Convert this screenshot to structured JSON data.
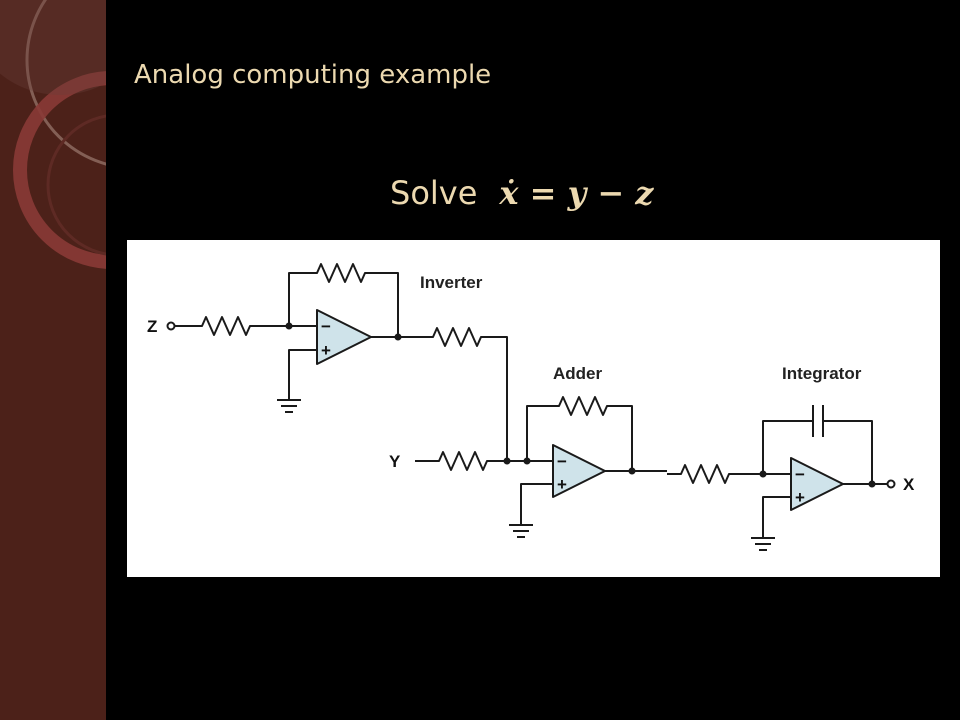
{
  "slide": {
    "title": "Analog computing example",
    "problem_word": "Solve",
    "equation": "ẋ = y − z"
  },
  "diagram": {
    "labels": {
      "inverter": "Inverter",
      "adder": "Adder",
      "integrator": "Integrator",
      "input_z": "Z",
      "input_y": "Y",
      "output_x": "X"
    },
    "opamp_symbols": {
      "minus": "−",
      "plus": "+"
    },
    "colors": {
      "opamp_fill": "#cfe3ea",
      "wire": "#1a1a1a",
      "sidebar": "#4c2119",
      "accent_text": "#ecd9b0"
    }
  }
}
